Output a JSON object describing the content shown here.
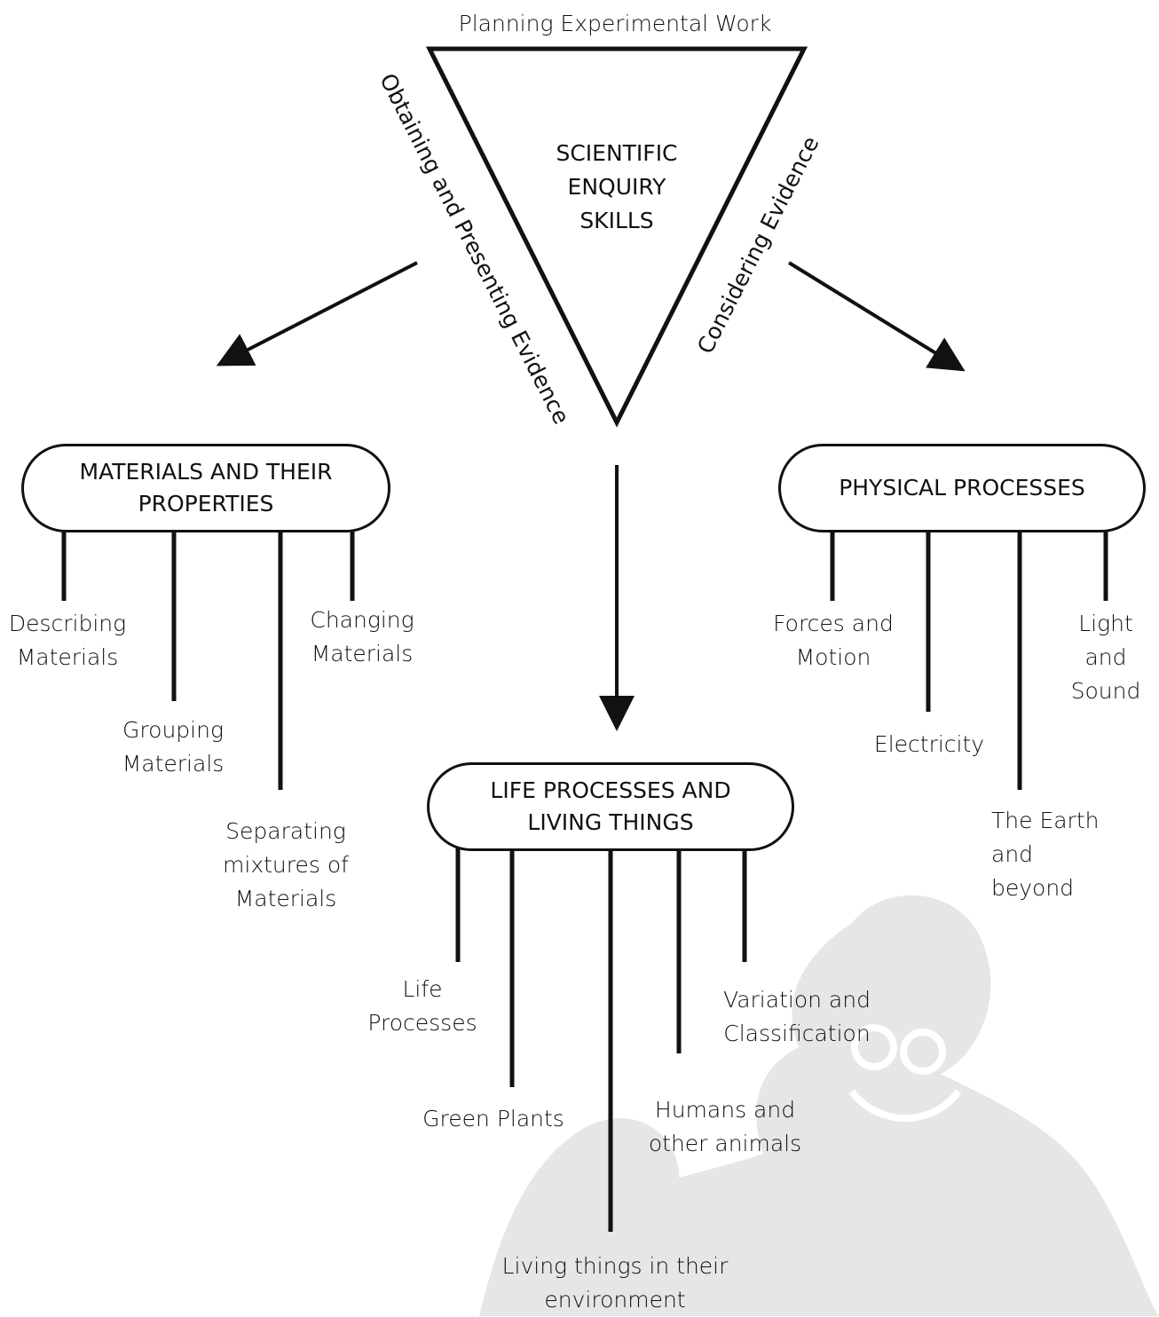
{
  "diagram": {
    "top_label": "Planning Experimental Work",
    "left_side_label": "Obtaining and Presenting Evidence",
    "right_side_label": "Considering Evidence",
    "center_text": "SCIENTIFIC\nENQUIRY\nSKILLS",
    "materials": {
      "title": "MATERIALS AND THEIR\nPROPERTIES",
      "items": [
        "Describing\nMaterials",
        "Grouping\nMaterials",
        "Separating\nmixtures of\nMaterials",
        "Changing\nMaterials"
      ]
    },
    "life": {
      "title": "LIFE PROCESSES AND\nLIVING THINGS",
      "items": [
        "Life\nProcesses",
        "Green Plants",
        "Living things in their\nenvironment",
        "Humans and\nother animals",
        "Variation and\nClassification"
      ]
    },
    "physical": {
      "title": "PHYSICAL PROCESSES",
      "items": [
        "Forces and\nMotion",
        "Electricity",
        "The Earth and\nbeyond",
        "Light and\nSound"
      ]
    },
    "colors": {
      "line": "#111111",
      "watermark": "#e6e6e6"
    }
  }
}
